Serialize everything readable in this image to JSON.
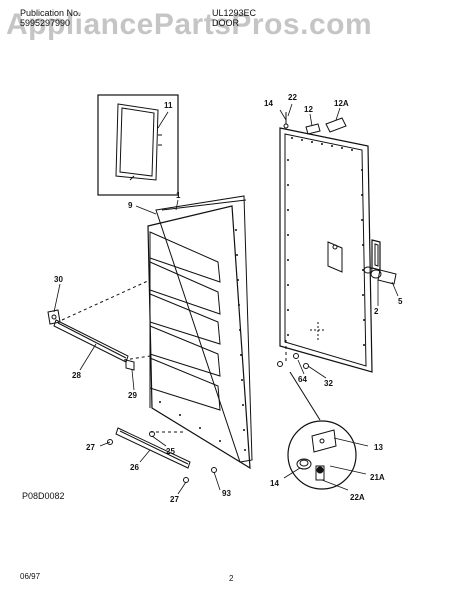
{
  "header": {
    "publication_label": "Publication No.",
    "publication_number": "5995297990",
    "model": "UL1293EC",
    "section": "DOOR"
  },
  "watermark": "AppliancePartsPros.com",
  "diagram_code": "P08D0082",
  "footer": {
    "date": "06/97",
    "page": "2"
  },
  "callouts": {
    "c11": "11",
    "c14a": "14",
    "c22a": "22",
    "c12": "12",
    "c12A": "12A",
    "c9": "9",
    "c1": "1",
    "c30": "30",
    "c28": "28",
    "c29": "29",
    "c2": "2",
    "c5": "5",
    "c64": "64",
    "c32": "32",
    "c27a": "27",
    "c25": "25",
    "c26": "26",
    "c27b": "27",
    "c93": "93",
    "c13": "13",
    "c14b": "14",
    "c21A": "21A",
    "c22A": "22A"
  }
}
